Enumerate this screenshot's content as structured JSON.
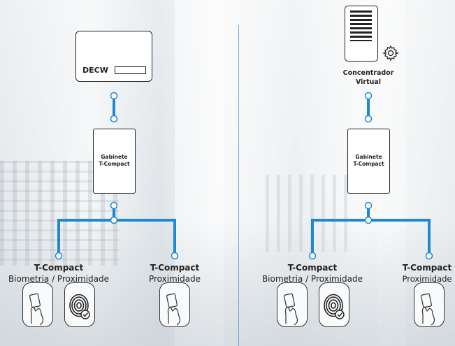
{
  "left": {
    "server_label": "DECW",
    "cabinet_label_line1": "Gabinete",
    "cabinet_label_line2": "T-Compact",
    "device_left": {
      "title": "T-Compact",
      "subtitle": "Biometria / Proximidade"
    },
    "device_right": {
      "title": "T-Compact",
      "subtitle": "Proximidade"
    }
  },
  "right": {
    "server_label_line1": "Concentrador",
    "server_label_line2": "Virtual",
    "cabinet_label_line1": "Gabinete",
    "cabinet_label_line2": "T-Compact",
    "device_left": {
      "title": "T-Compact",
      "subtitle": "Biometria / Proximidade"
    },
    "device_right": {
      "title": "T-Compact",
      "subtitle": "Proximidade"
    }
  },
  "colors": {
    "connector": "#1e88d3",
    "divider": "#6aa9cf",
    "outline": "#222222"
  },
  "icons": [
    "server-tower-icon",
    "gear-icon",
    "card-reader-icon",
    "fingerprint-icon",
    "check-icon"
  ]
}
